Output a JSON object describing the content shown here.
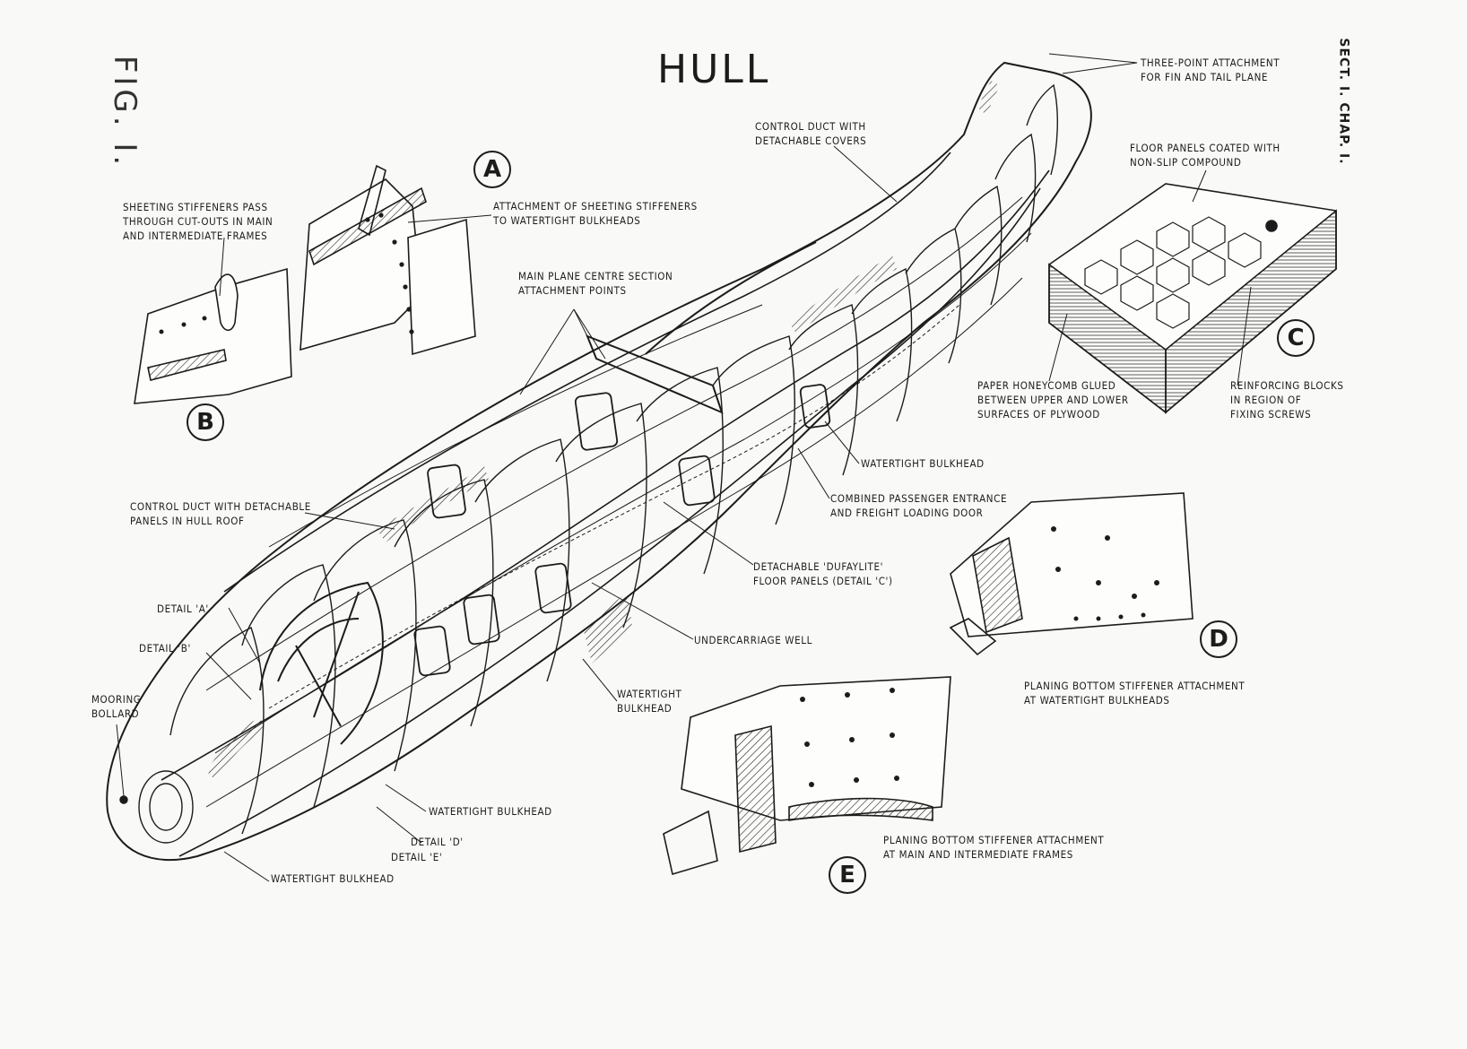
{
  "header": {
    "title": "HULL",
    "fig_label": "FIG. I.",
    "section_label": "SECT. I. CHAP. I."
  },
  "details": {
    "a": "A",
    "b": "B",
    "c": "C",
    "d": "D",
    "e": "E"
  },
  "labels": {
    "three_point": "THREE-POINT ATTACHMENT\nFOR FIN AND TAIL PLANE",
    "control_duct_covers": "CONTROL DUCT WITH\nDETACHABLE COVERS",
    "floor_panels": "FLOOR PANELS COATED WITH\nNON-SLIP COMPOUND",
    "sheeting_stiffeners": "SHEETING STIFFENERS PASS\nTHROUGH CUT-OUTS IN MAIN\nAND INTERMEDIATE FRAMES",
    "attachment_sheeting": "ATTACHMENT OF SHEETING STIFFENERS\nTO WATERTIGHT BULKHEADS",
    "main_plane": "MAIN PLANE CENTRE SECTION\nATTACHMENT POINTS",
    "paper_honeycomb": "PAPER HONEYCOMB GLUED\nBETWEEN UPPER AND LOWER\nSURFACES OF PLYWOOD",
    "reinforcing_blocks": "REINFORCING BLOCKS\nIN REGION OF\nFIXING SCREWS",
    "watertight_bulkhead_1": "WATERTIGHT BULKHEAD",
    "combined_passenger": "COMBINED PASSENGER ENTRANCE\nAND FREIGHT LOADING DOOR",
    "control_duct_panels": "CONTROL DUCT WITH DETACHABLE\nPANELS IN HULL ROOF",
    "detachable_floor": "DETACHABLE 'DUFAYLITE'\nFLOOR PANELS (DETAIL 'C')",
    "detail_a": "DETAIL 'A'",
    "detail_b": "DETAIL 'B'",
    "undercarriage": "UNDERCARRIAGE WELL",
    "mooring": "MOORING\nBOLLARD",
    "watertight_bulkhead_2": "WATERTIGHT\nBULKHEAD",
    "planing_d": "PLANING BOTTOM STIFFENER ATTACHMENT\nAT WATERTIGHT BULKHEADS",
    "watertight_bulkhead_3": "WATERTIGHT BULKHEAD",
    "detail_d": "DETAIL 'D'",
    "detail_e": "DETAIL 'E'",
    "watertight_bulkhead_4": "WATERTIGHT BULKHEAD",
    "planing_e": "PLANING BOTTOM STIFFENER ATTACHMENT\nAT MAIN AND INTERMEDIATE FRAMES"
  }
}
